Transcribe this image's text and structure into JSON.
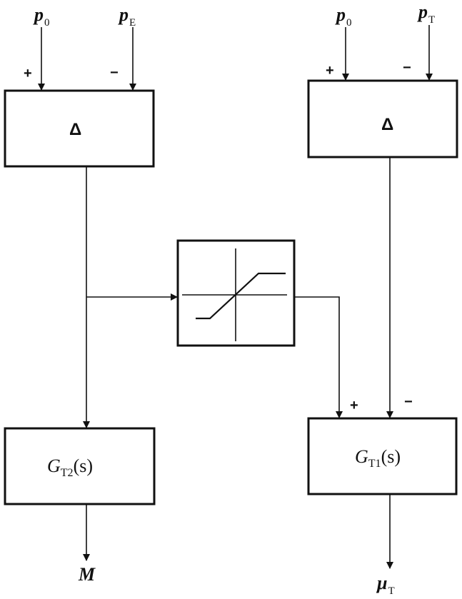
{
  "inputs_left": {
    "p0": {
      "symbol": "p",
      "subscript": "0"
    },
    "pE": {
      "symbol": "p",
      "subscript": "E"
    },
    "plus": "+",
    "minus": "−"
  },
  "inputs_right": {
    "p0": {
      "symbol": "p",
      "subscript": "0"
    },
    "pT": {
      "symbol": "p",
      "subscript": "T"
    },
    "plus": "+",
    "minus": "−"
  },
  "blocks": {
    "delta_left": "Δ",
    "delta_right": "Δ",
    "gt2": {
      "symbol": "G",
      "subscript": "T2",
      "arg": "(s)"
    },
    "gt1": {
      "symbol": "G",
      "subscript": "T1",
      "arg": "(s)"
    }
  },
  "gt1_signs": {
    "plus": "+",
    "minus": "−"
  },
  "outputs": {
    "left": {
      "symbol": "M"
    },
    "right": {
      "symbol": "μ",
      "subscript": "T"
    }
  }
}
